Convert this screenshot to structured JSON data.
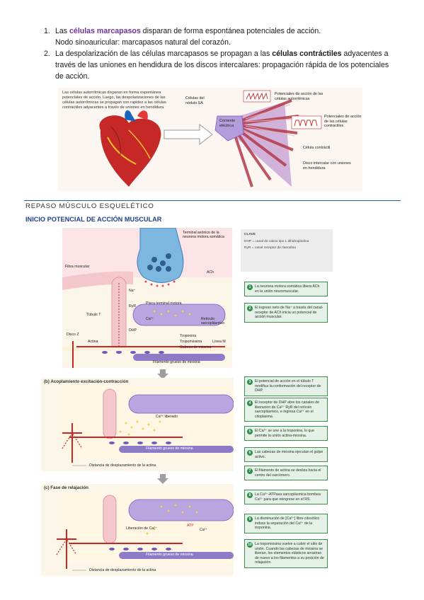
{
  "list": {
    "item1": {
      "num": "1.",
      "pre": "Las ",
      "highlight": "células marcapasos",
      "post": " disparan de forma espontánea potenciales de acción.",
      "line2": "Nodo sinoauricular: marcapasos natural del corazón."
    },
    "item2": {
      "num": "2.",
      "pre": "La despolarización de las células marcapasos se propagan a las ",
      "bold": "células contráctiles",
      "post": " adyacentes a través de las uniones en hendidura de los discos intercalares: propagación rápida de los potenciales de acción."
    }
  },
  "figure1": {
    "caption": "Las células autorrítmicas disparan en forma espontánea potenciales de acción. Luego, las despolarizaciones de las células autorrítmicas se propagan con rapidez a las células contráctiles adyacentes a través de uniones en hendidura.",
    "label_sa": "Células del nódulo SA",
    "label_current": "Corriente eléctrica",
    "label_ap_auto": "Potenciales de acción de las células autorrítmicas",
    "label_ap_contract": "Potenciales de acción de las células contráctiles",
    "label_contractile": "Célula contráctil",
    "label_disc": "Disco intercalar con uniones en hendidura"
  },
  "section": {
    "title": "REPASO MÚSCULO ESQUELÉTICO",
    "subtitle": "INICIO POTENCIAL DE ACCIÓN MUSCULAR"
  },
  "key": {
    "heading": "CLAVE",
    "dhp": "DHP = canal de calcio tipo L dihidropiridina",
    "ryr": "RyR = canal receptor de rianodina"
  },
  "panelA": {
    "terminal": "Terminal axónico de la neurona motora somática",
    "ach": "ACh",
    "fibra": "Fibra muscular",
    "na": "Na⁺",
    "ryr": "RyR",
    "tubulo": "Túbulo T",
    "ca": "Ca²⁺",
    "placa": "Placa terminal motora",
    "reticulo": "Retículo sarcoplásmico",
    "dhp": "DHP",
    "discoz": "Disco Z",
    "actina": "Actina",
    "troponina": "Troponina",
    "tropomiosina": "Tropomiosina",
    "lineaM": "Línea M",
    "cabeza": "Cabeza de miosina",
    "filamento": "Filamento grueso de miosina"
  },
  "notes": [
    {
      "n": "1",
      "text": "La neurona motora somática libera ACh en la unión neuromuscular."
    },
    {
      "n": "2",
      "text": "El ingreso neto de Na⁺ a través del canal-receptor de ACh inicia un potencial de acción muscular."
    },
    {
      "n": "3",
      "text": "El potencial de acción en el túbulo T modifica la conformación del receptor de DHP."
    },
    {
      "n": "4",
      "text": "El receptor de DHP abre los canales de liberación de Ca²⁺ RyR del retículo sarcoplásmico, e ingresa Ca²⁺ en el citoplasma."
    },
    {
      "n": "5",
      "text": "El Ca²⁺ se une a la troponina, lo que permite la unión actina-miosina."
    },
    {
      "n": "6",
      "text": "Las cabezas de miosina ejecutan el golpe activo."
    },
    {
      "n": "7",
      "text": "El filamento de actina se desliza hacia el centro del sarcómero."
    },
    {
      "n": "8",
      "text": "La Ca²⁺-ATPasa sarcoplásmica bombea Ca²⁺ para que reingrese en el RS."
    },
    {
      "n": "9",
      "text": "La disminución de [Ca²⁺] libre citosólico induce la separación del Ca²⁺ de la troponina."
    },
    {
      "n": "10",
      "text": "La tropomiosina vuelve a cubrir el sitio de unión. Cuando las cabezas de miosina se liberan, los elementos elásticos arrastran de nuevo a los filamentos a su posición de relajación."
    }
  ],
  "panelB": {
    "title": "(b) Acoplamiento excitación-contracción",
    "liberado": "Ca²⁺ liberado",
    "filamento": "Filamento grueso de miosina",
    "distancia": "Distancia de desplazamiento de la actina"
  },
  "panelC": {
    "title": "(c) Fase de relajación",
    "liberacion": "Liberación de Ca²⁺",
    "atp": "ATP",
    "ca": "Ca²⁺",
    "filamento": "Filamento grueso de miosina",
    "distancia": "Distancia de desplazamiento de la actina"
  }
}
